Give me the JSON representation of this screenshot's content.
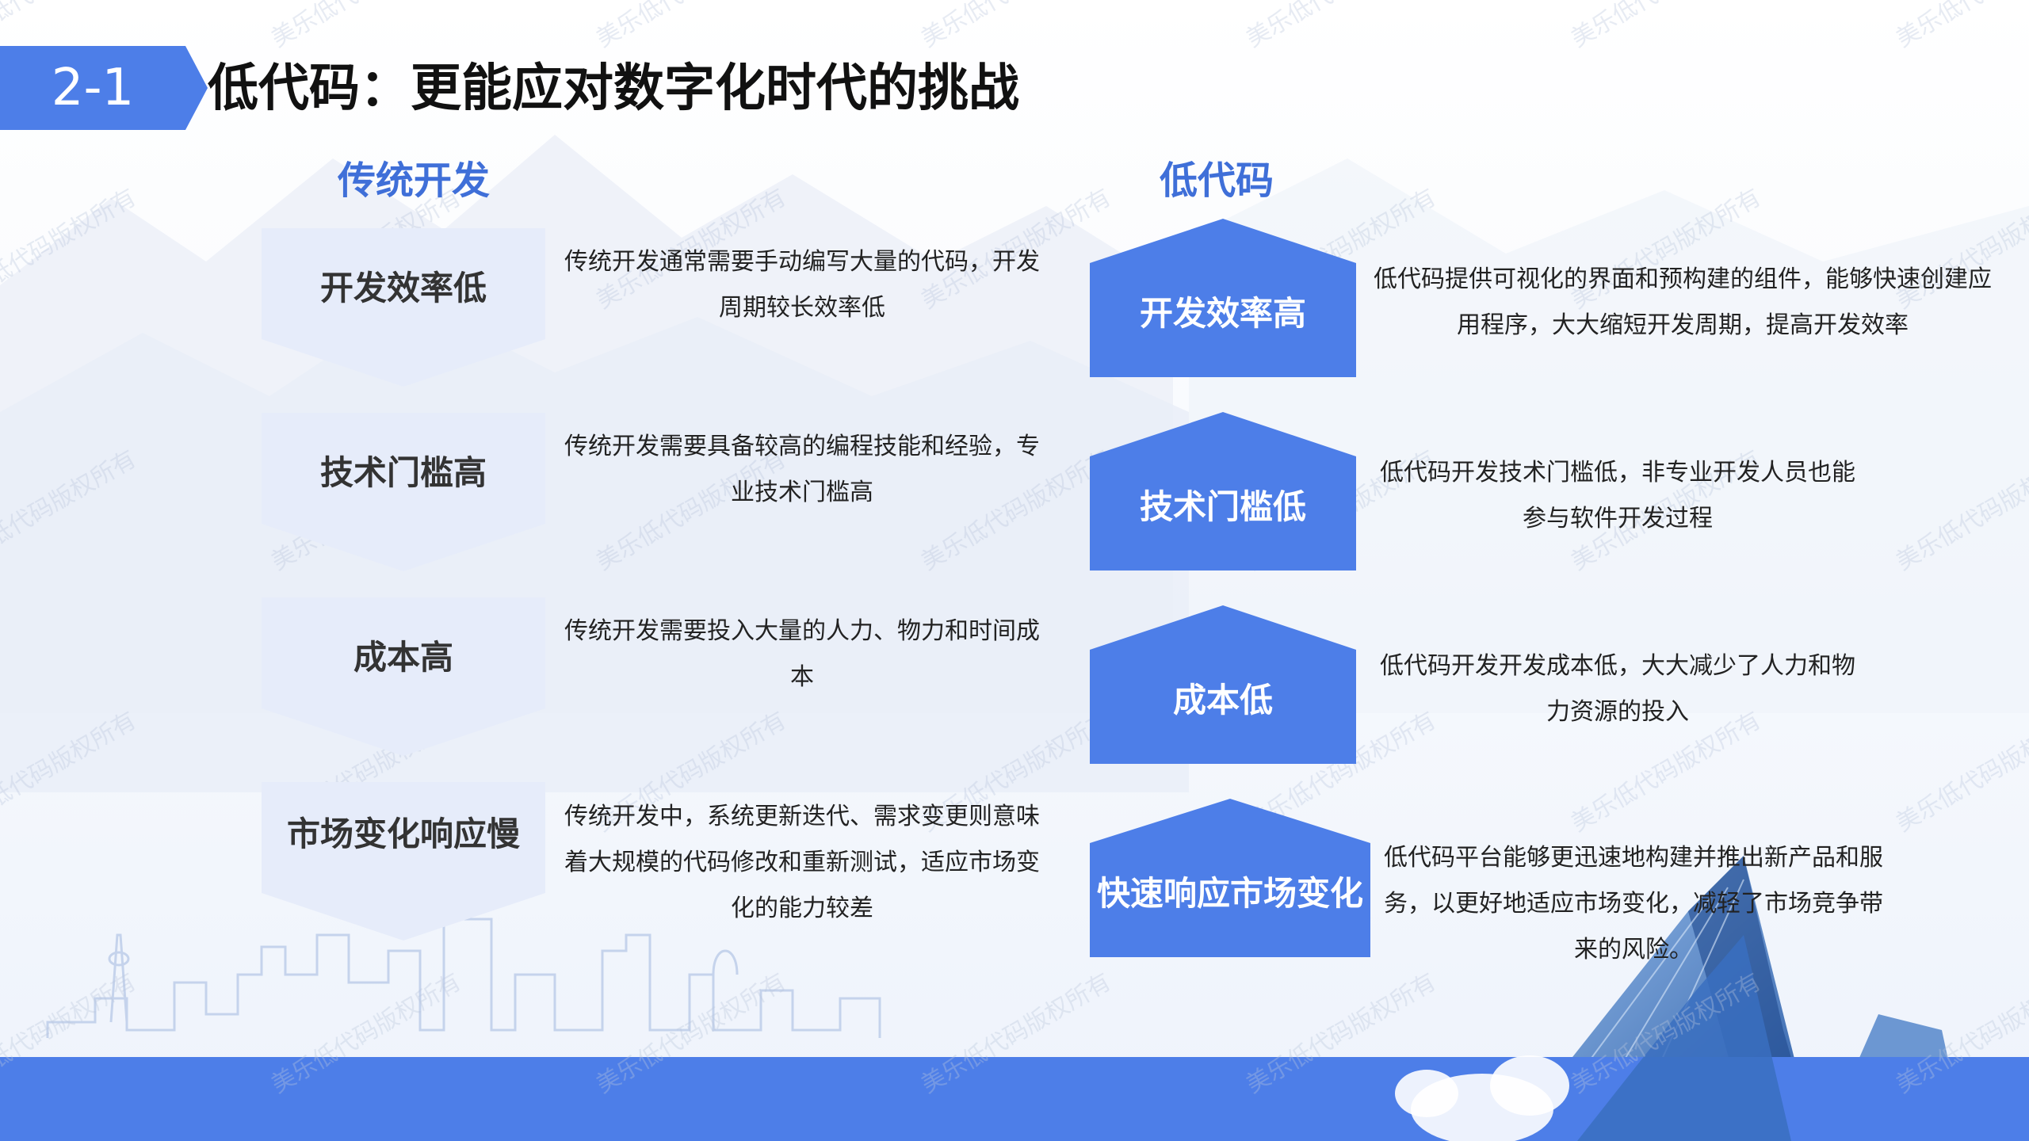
{
  "header": {
    "badge": "2-1",
    "title": "低代码：更能应对数字化时代的挑战"
  },
  "traditional": {
    "heading": "传统开发",
    "items": [
      {
        "label": "开发效率低",
        "desc": "传统开发通常需要手动编写大量的代码，开发周期较长效率低"
      },
      {
        "label": "技术门槛高",
        "desc": "传统开发需要具备较高的编程技能和经验，专业技术门槛高"
      },
      {
        "label": "成本高",
        "desc": "传统开发需要投入大量的人力、物力和时间成本"
      },
      {
        "label": "市场变化响应慢",
        "desc": "传统开发中，系统更新迭代、需求变更则意味着大规模的代码修改和重新测试，适应市场变化的能力较差"
      }
    ]
  },
  "lowcode": {
    "heading": "低代码",
    "items": [
      {
        "label": "开发效率高",
        "desc": "低代码提供可视化的界面和预构建的组件，能够快速创建应用程序，大大缩短开发周期，提高开发效率"
      },
      {
        "label": "技术门槛低",
        "desc": "低代码开发技术门槛低，非专业开发人员也能参与软件开发过程"
      },
      {
        "label": "成本低",
        "desc": "低代码开发开发成本低，大大减少了人力和物力资源的投入"
      },
      {
        "label": "快速响应市场变化",
        "desc": "低代码平台能够更迅速地构建并推出新产品和服务，以更好地适应市场变化，减轻了市场竞争带来的风险。"
      }
    ]
  },
  "watermark": "美乐低代码版权所有",
  "colors": {
    "accent": "#4d7ee8",
    "heading": "#3f6fd8",
    "light_shape": "#e6ecfa"
  }
}
